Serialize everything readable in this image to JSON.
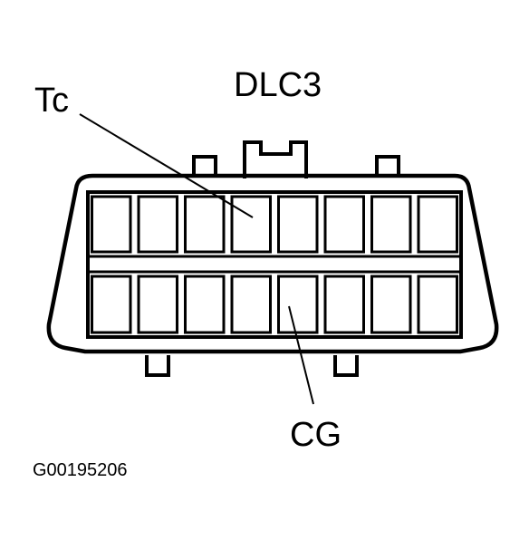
{
  "diagram": {
    "title": "DLC3",
    "figure_id": "G00195206",
    "connector": {
      "rows": 2,
      "pins_per_row": 8
    },
    "callouts": [
      {
        "label": "Tc"
      },
      {
        "label": "CG"
      }
    ],
    "colors": {
      "ink": "#000000",
      "background": "#ffffff"
    }
  }
}
